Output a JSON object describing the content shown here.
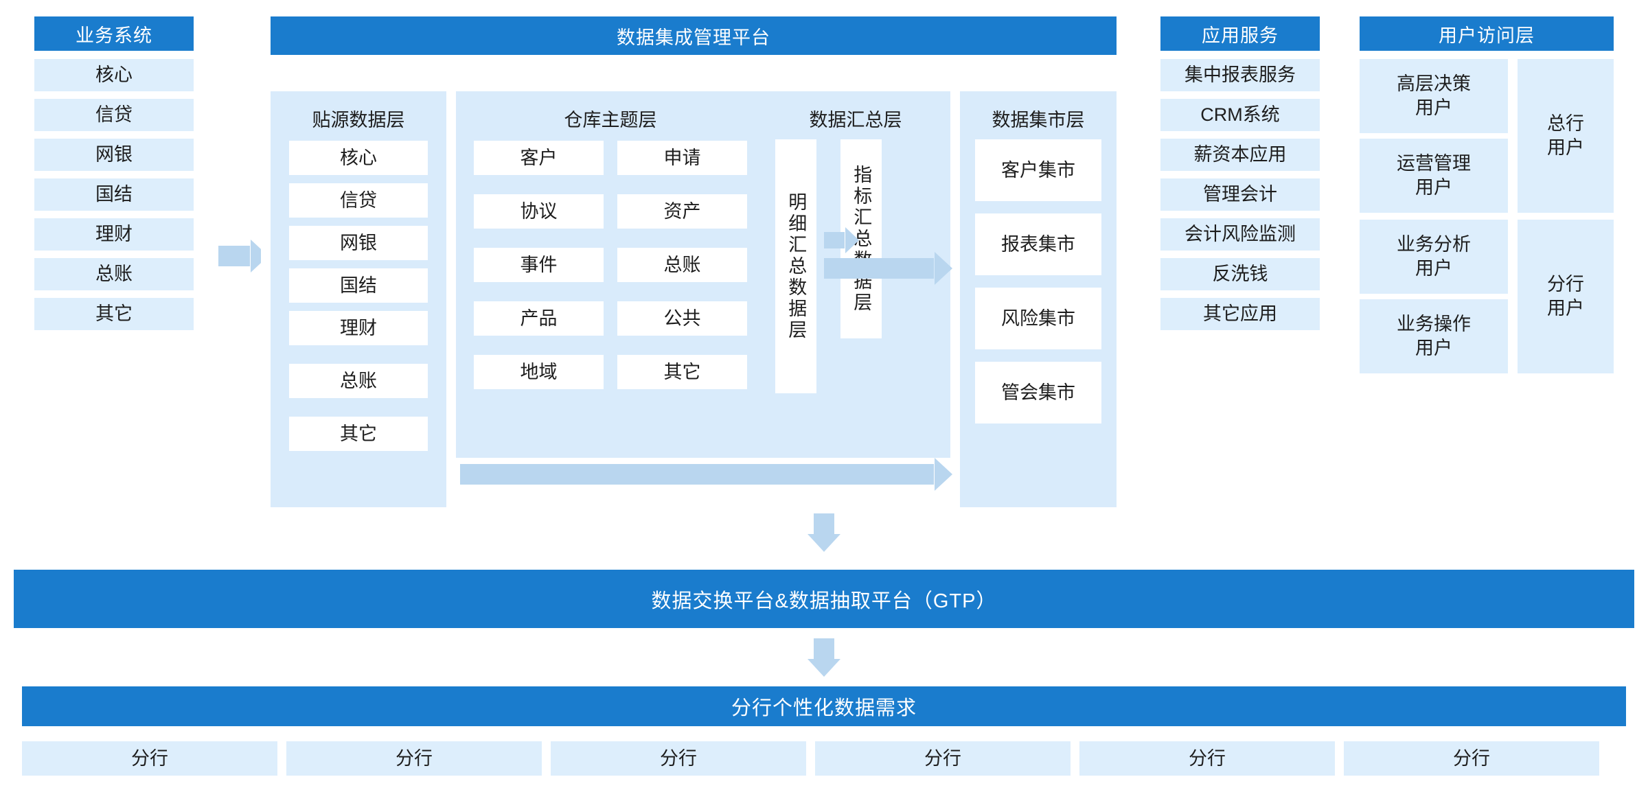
{
  "business_systems": {
    "header": "业务系统",
    "items": [
      "核心",
      "信贷",
      "网银",
      "国结",
      "理财",
      "总账",
      "其它"
    ]
  },
  "platform": {
    "header": "数据集成管理平台",
    "source_layer": {
      "title": "贴源数据层",
      "items": [
        "核心",
        "信贷",
        "网银",
        "国结",
        "理财",
        "总账",
        "其它"
      ]
    },
    "warehouse_subject_layer": {
      "title": "仓库主题层",
      "left_items": [
        "客户",
        "协议",
        "事件",
        "产品",
        "地域"
      ],
      "right_items": [
        "申请",
        "资产",
        "总账",
        "公共",
        "其它"
      ]
    },
    "summary_layer": {
      "title": "数据汇总层",
      "detail_box": "明细汇总数据层",
      "metric_box": "指标汇总数据层"
    },
    "mart_layer": {
      "title": "数据集市层",
      "items": [
        "客户集市",
        "报表集市",
        "风险集市",
        "管会集市"
      ]
    }
  },
  "application_services": {
    "header": "应用服务",
    "items": [
      "集中报表服务",
      "CRM系统",
      "薪资本应用",
      "管理会计",
      "会计风险监测",
      "反洗钱",
      "其它应用"
    ]
  },
  "user_access": {
    "header": "用户访问层",
    "left_items": [
      "高层决策\n用户",
      "运营管理\n用户",
      "业务分析\n用户",
      "业务操作\n用户"
    ],
    "right_items": [
      "总行\n用户",
      "分行\n用户"
    ]
  },
  "exchange_bar": {
    "label": "数据交换平台&数据抽取平台（GTP）"
  },
  "branch_demand_bar": {
    "label": "分行个性化数据需求",
    "branches": [
      "分行",
      "分行",
      "分行",
      "分行",
      "分行",
      "分行"
    ]
  },
  "colors": {
    "header_blue": "#1a7ccd",
    "item_light_blue": "#ddeefc",
    "group_blue": "#d9ebfb",
    "arrow_blue": "#b9d6ef",
    "page_bg": "#ffffff"
  },
  "icons": {
    "flow_arrow_right": "arrow-right-icon",
    "flow_arrow_down": "arrow-down-icon"
  }
}
